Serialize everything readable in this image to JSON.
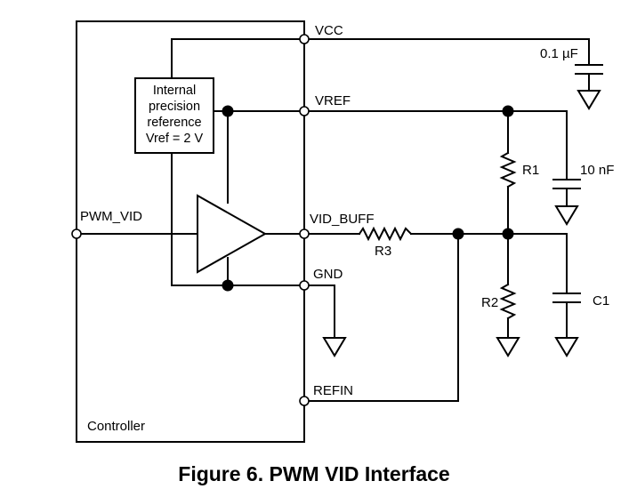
{
  "diagram": {
    "pins": {
      "vcc": "VCC",
      "vref": "VREF",
      "vid_buff": "VID_BUFF",
      "gnd": "GND",
      "refin": "REFIN",
      "pwm_vid": "PWM_VID"
    },
    "controller_label": "Controller",
    "reference_block": [
      "Internal",
      "precision",
      "reference",
      "Vref = 2 V"
    ],
    "components": {
      "cap_vcc": "0.1 µF",
      "cap_vref": "10 nF",
      "r1": "R1",
      "r2": "R2",
      "r3": "R3",
      "c1": "C1"
    }
  },
  "caption": "Figure 6. PWM VID Interface"
}
